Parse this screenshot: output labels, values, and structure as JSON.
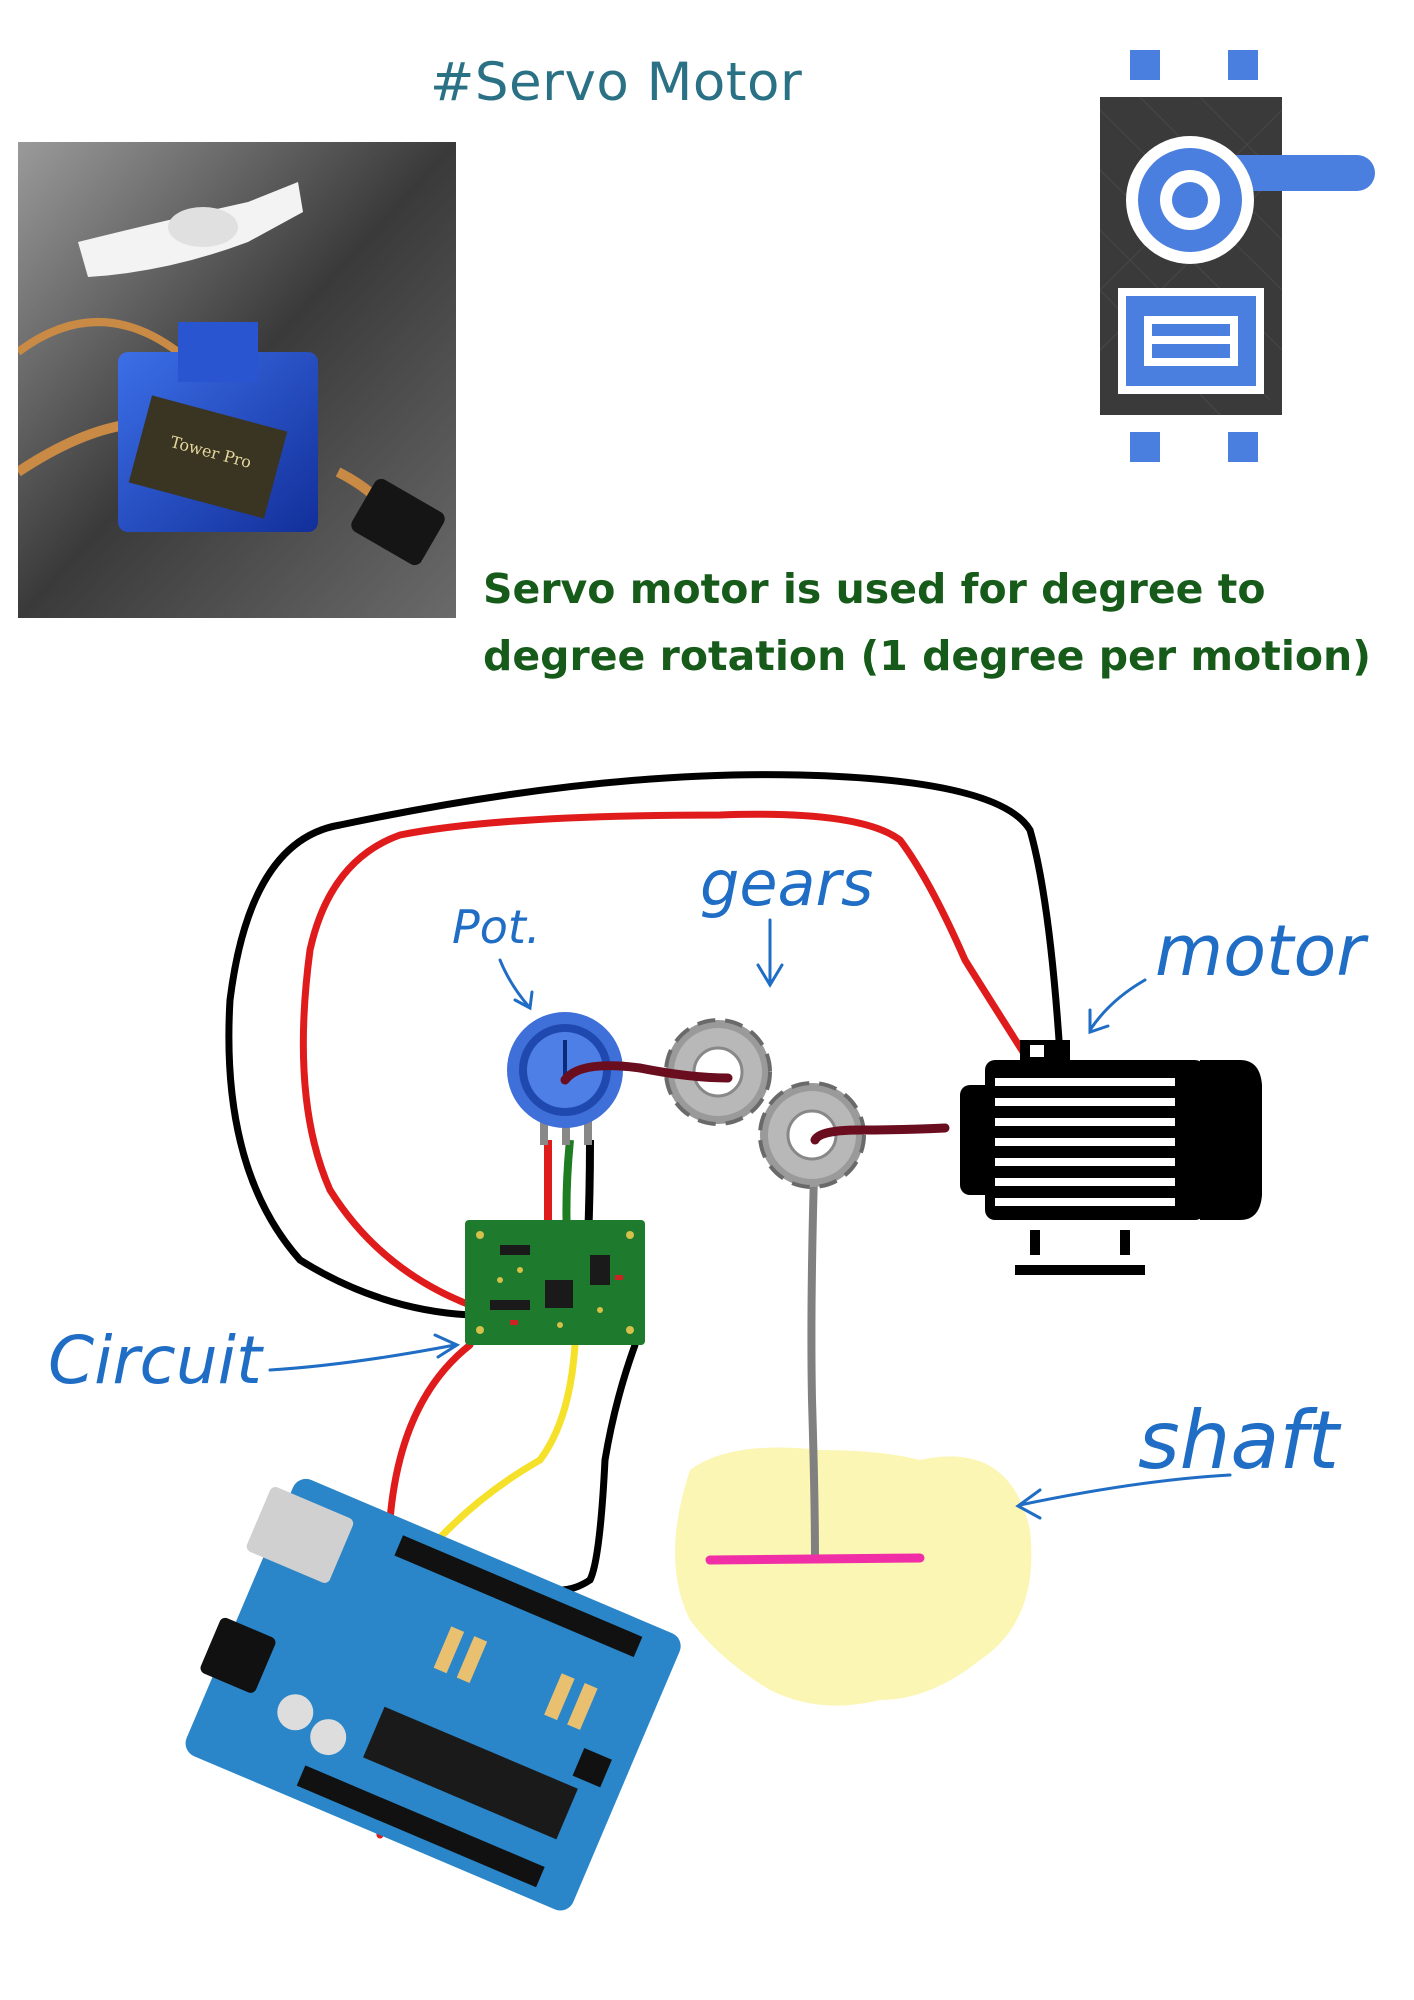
{
  "title": "#Servo Motor",
  "description": {
    "line1": "Servo motor is used for degree to",
    "line2": "degree rotation (1 degree per motion)"
  },
  "labels": {
    "pot": "Pot.",
    "gears": "gears",
    "motor": "motor",
    "circuit": "Circuit",
    "shaft": "shaft"
  },
  "icon_names": {
    "photo": "servo-motor-photo",
    "flat_icon": "servo-icon",
    "potentiometer": "potentiometer-icon",
    "gear": "gear-icon",
    "motor": "dc-motor-icon",
    "circuit_board": "circuit-board-icon",
    "arduino": "arduino-board-icon"
  },
  "colors": {
    "title": "#2a7185",
    "description": "#165b19",
    "handwriting": "#1f6dc4",
    "wire_red": "#e01b1b",
    "wire_black": "#000000",
    "wire_yellow": "#f5e12a",
    "wire_green": "#1e7d20",
    "shaft": "#808080",
    "shaft_highlight": "#fbf6b4",
    "shaft_mark": "#f02fa7",
    "icon_blue": "#4a7fe0"
  }
}
